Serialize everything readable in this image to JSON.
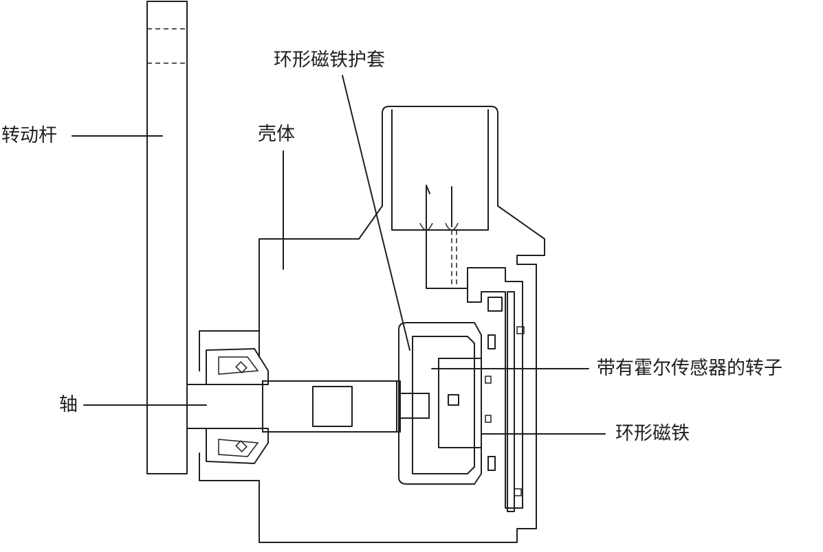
{
  "labels": {
    "lever": "转动杆",
    "magnet_cover": "环形磁铁护套",
    "housing": "壳体",
    "rotor_hall": "带有霍尔传感器的转子",
    "shaft": "轴",
    "ring_magnet": "环形磁铁"
  }
}
